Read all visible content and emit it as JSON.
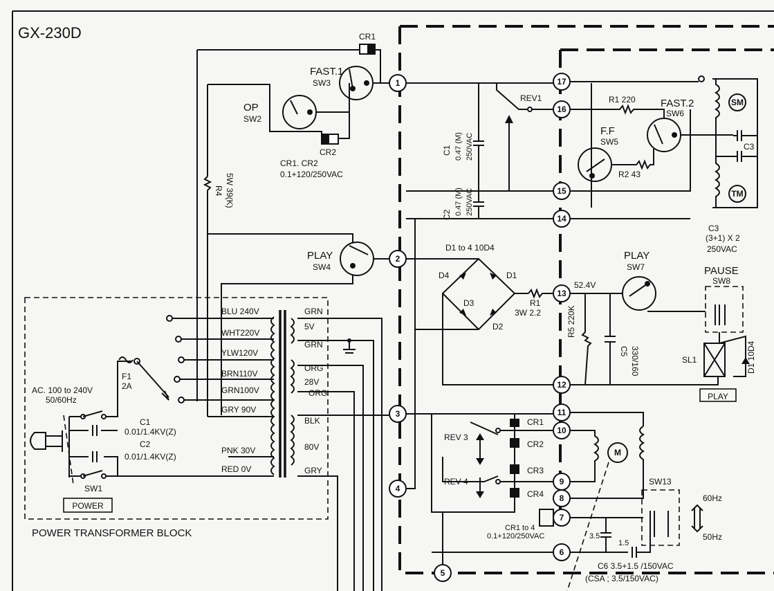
{
  "model": "GX-230D",
  "labels": {
    "cr1_top": "CR1",
    "fast1": "FAST.1",
    "sw3": "SW3",
    "op": "OP",
    "sw2": "SW2",
    "cr2": "CR2",
    "cr1cr2_a": "CR1. CR2",
    "cr1cr2_b": "0.1+120/250VAC",
    "r4_a": "R4",
    "r4_b": "5W 39(K)",
    "play1": "PLAY",
    "sw4": "SW4",
    "c1_a": "C1",
    "c1_b": "0.47 (M)",
    "c1_c": "250VAC",
    "c2_a": "C2",
    "c2_b": "0.47 (M)",
    "c2_c": "250VAC",
    "rev1": "REV1",
    "r1_220": "R1 220",
    "fast2": "FAST.2",
    "sw6": "SW6",
    "ff": "F.F",
    "sw5": "SW5",
    "r2_43": "R2 43",
    "sm": "SM",
    "tm": "TM",
    "c3": "C3",
    "c3_a": "C3",
    "c3_b": "(3+1) X 2",
    "c3_c": "250VAC",
    "d1to4": "D1 to 4   10D4",
    "d1": "D1",
    "d2": "D2",
    "d3": "D3",
    "d4": "D4",
    "r1": "R1",
    "r1_b": "3W 2.2",
    "v524": "52.4V",
    "play2": "PLAY",
    "sw7": "SW7",
    "pause": "PAUSE",
    "sw8": "SW8",
    "r5": "R5 220K",
    "c5_a": "C5",
    "c5_b": "330/160",
    "sl1": "SL1",
    "d1_10d4": "D1 10D4",
    "play_box": "PLAY",
    "blu240": "BLU 240V",
    "wht220": "WHT220V",
    "ylw120": "YLW120V",
    "brn110": "BRN110V",
    "grn100": "GRN100V",
    "gry90": "GRY 90V",
    "pnk30": "PNK 30V",
    "red0": "RED   0V",
    "grn_a": "GRN",
    "v5": "5V",
    "grn_b": "GRN",
    "org_a": "ORG",
    "v28": "28V",
    "org_b": "ORG",
    "blk": "BLK",
    "v80": "80V",
    "gry": "GRY",
    "ac_a": "AC. 100 to 240V",
    "ac_b": "50/60Hz",
    "f1_a": "F1",
    "f1_b": "2A",
    "sw1": "SW1",
    "pc1_a": "C1",
    "pc1_b": "0.01/1.4KV(Z)",
    "pc2_a": "C2",
    "pc2_b": "0.01/1.4KV(Z)",
    "power": "POWER",
    "ptb": "POWER TRANSFORMER BLOCK",
    "rev3": "REV 3",
    "rev4": "REV 4",
    "cr1": "CR1",
    "cr2b": "CR2",
    "cr3": "CR3",
    "cr4": "CR4",
    "cr1to4_a": "CR1 to 4",
    "cr1to4_b": "0.1+120/250VAC",
    "m": "M",
    "sw13": "SW13",
    "hz60": "60Hz",
    "hz50": "50Hz",
    "c35": "3.5",
    "c15": "1.5",
    "c6_a": "C6   3.5+1.5 /150VAC",
    "c6_b": "(CSA ; 3.5/150VAC)"
  },
  "nodes": [
    "1",
    "2",
    "3",
    "4",
    "5",
    "6",
    "7",
    "8",
    "9",
    "10",
    "11",
    "12",
    "13",
    "14",
    "15",
    "16",
    "17"
  ]
}
